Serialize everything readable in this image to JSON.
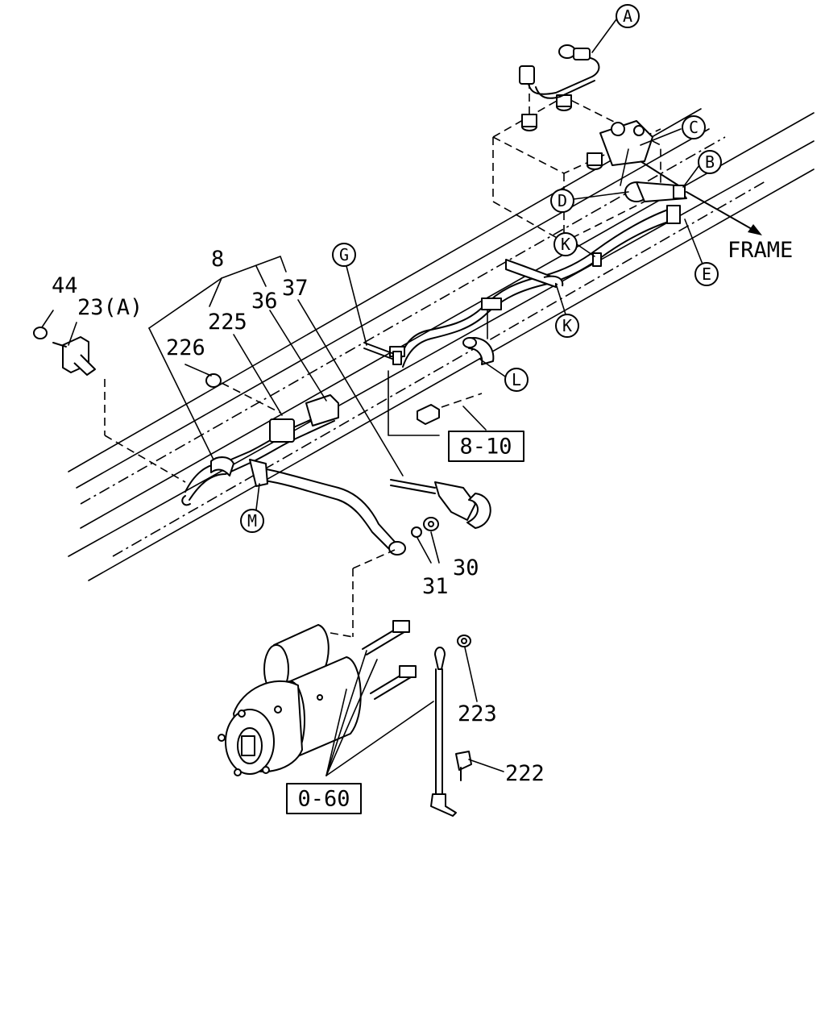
{
  "diagram": {
    "part_numbers": {
      "p8": "8",
      "p44": "44",
      "p23a": "23(A)",
      "p226": "226",
      "p225": "225",
      "p36": "36",
      "p37": "37",
      "p30": "30",
      "p31": "31",
      "p223": "223",
      "p222": "222"
    },
    "callouts": {
      "A": "A",
      "B": "B",
      "C": "C",
      "D": "D",
      "E": "E",
      "G": "G",
      "K1": "K",
      "K2": "K",
      "L": "L",
      "M": "M"
    },
    "reference_boxes": {
      "ref_8_10": "8-10",
      "ref_0_60": "0-60"
    },
    "direction_label": "FRAME"
  }
}
